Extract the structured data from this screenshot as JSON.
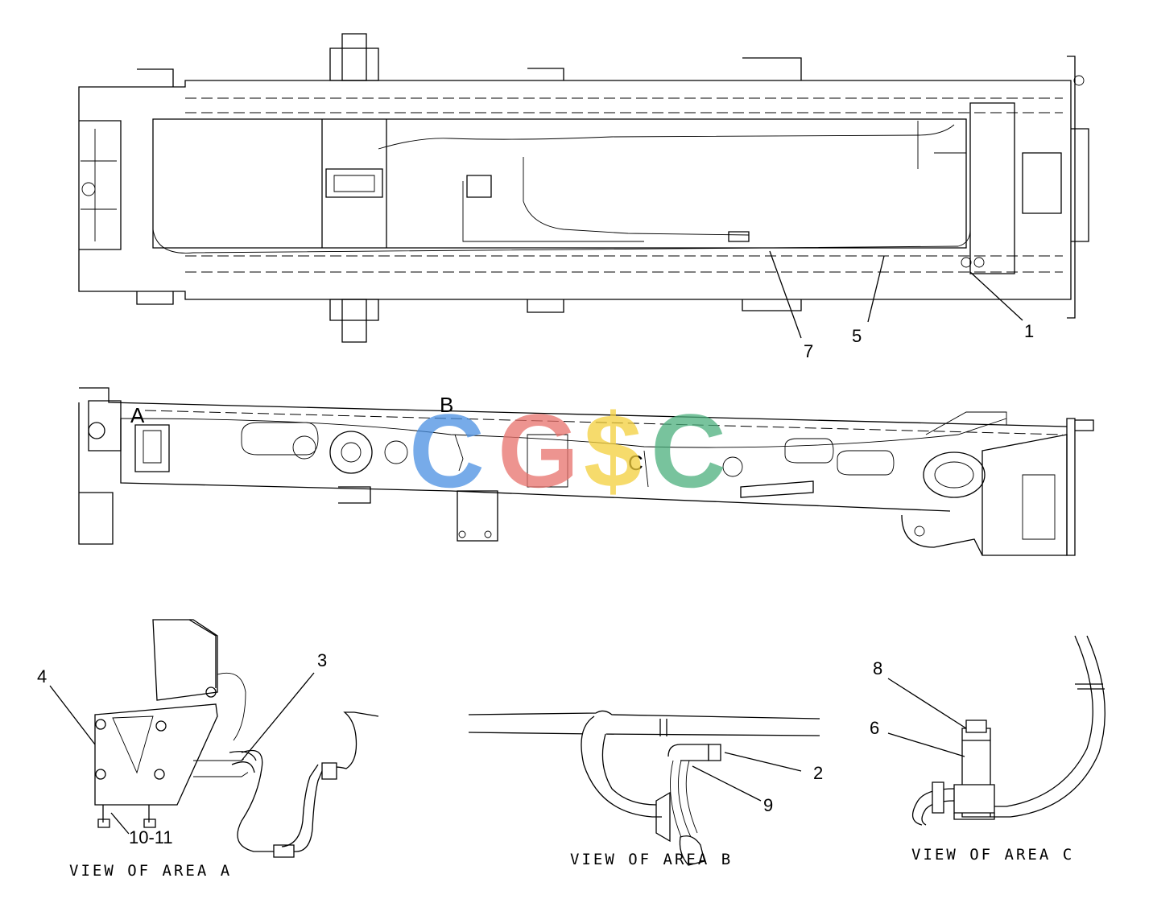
{
  "callouts": {
    "c1": "1",
    "c5": "5",
    "c7": "7",
    "c4": "4",
    "c3": "3",
    "c10_11": "10-11",
    "c2": "2",
    "c9": "9",
    "c8": "8",
    "c6": "6"
  },
  "zones": {
    "a": "A",
    "b": "B",
    "c": "C"
  },
  "captions": {
    "view_a": "VIEW OF AREA A",
    "view_b": "VIEW OF AREA B",
    "view_c": "VIEW OF AREA C"
  },
  "watermark": {
    "letters": [
      "C",
      "G",
      "$",
      "C"
    ],
    "colors": [
      "#4a90e2",
      "#e8716b",
      "#f3cf3b",
      "#4caf7d"
    ]
  }
}
